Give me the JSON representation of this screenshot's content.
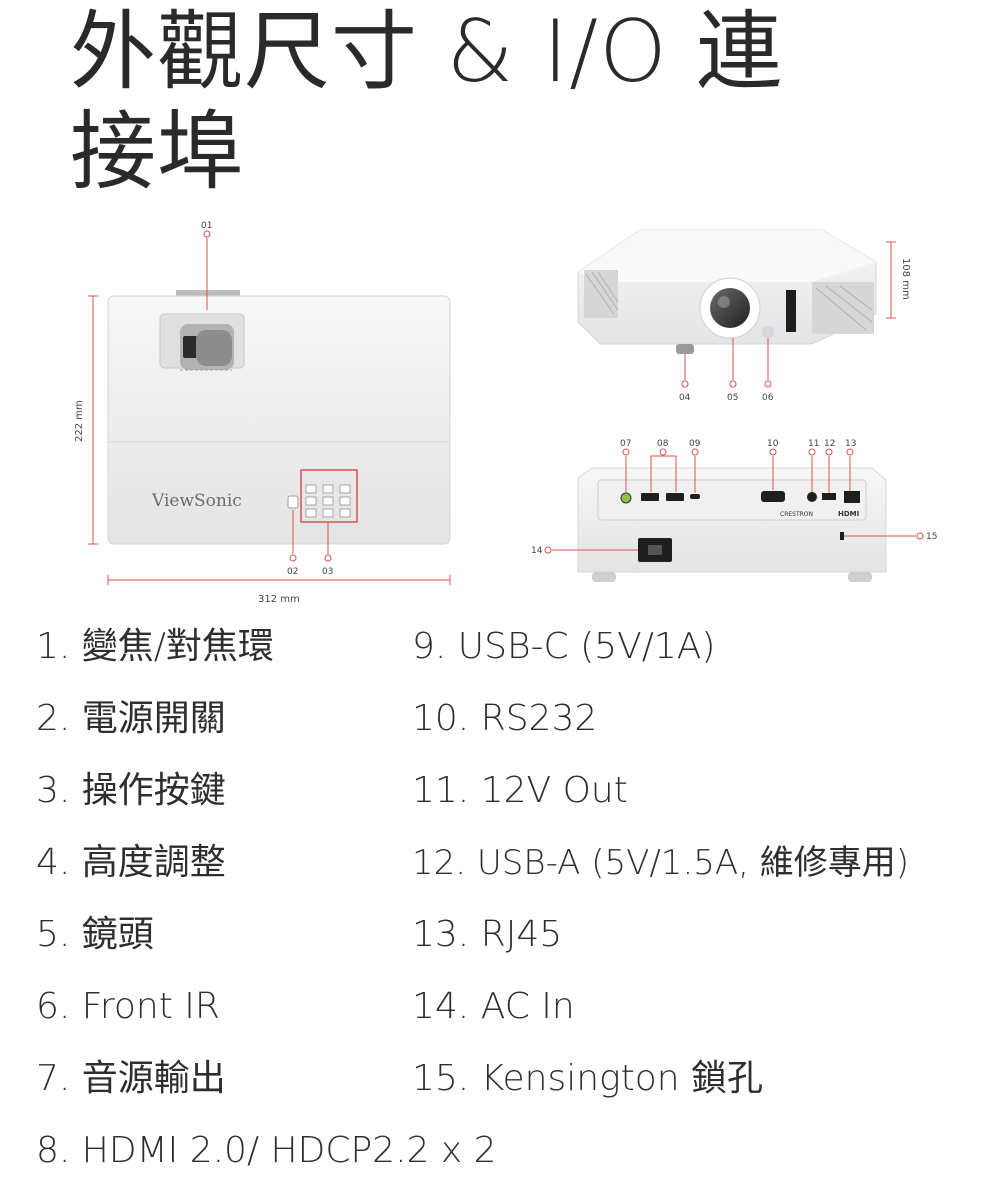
{
  "title": {
    "line1": "外觀尺寸 & I/O 連",
    "line2": "接埠"
  },
  "diagram": {
    "brand": "ViewSonic",
    "dimensions": {
      "depth": "222 mm",
      "width": "312 mm",
      "height": "108 mm"
    },
    "markers": [
      "01",
      "02",
      "03",
      "04",
      "05",
      "06",
      "07",
      "08",
      "09",
      "10",
      "11",
      "12",
      "13",
      "14",
      "15"
    ],
    "panel_text": {
      "crestron": "CRESTRON",
      "hdmi": "HDMI"
    },
    "accent_color": "#d9534f"
  },
  "legend": {
    "left": [
      "1. 變焦/對焦環",
      "2. 電源開關",
      "3. 操作按鍵",
      "4. 高度調整",
      "5. 鏡頭",
      "6. Front IR",
      "7. 音源輸出",
      "8. HDMI 2.0/ HDCP2.2 x 2"
    ],
    "right": [
      "9. USB-C (5V/1A)",
      "10. RS232",
      "11. 12V Out",
      "12. USB-A (5V/1.5A, 維修專用)",
      "13. RJ45",
      "14. AC In",
      "15. Kensington 鎖孔"
    ]
  }
}
